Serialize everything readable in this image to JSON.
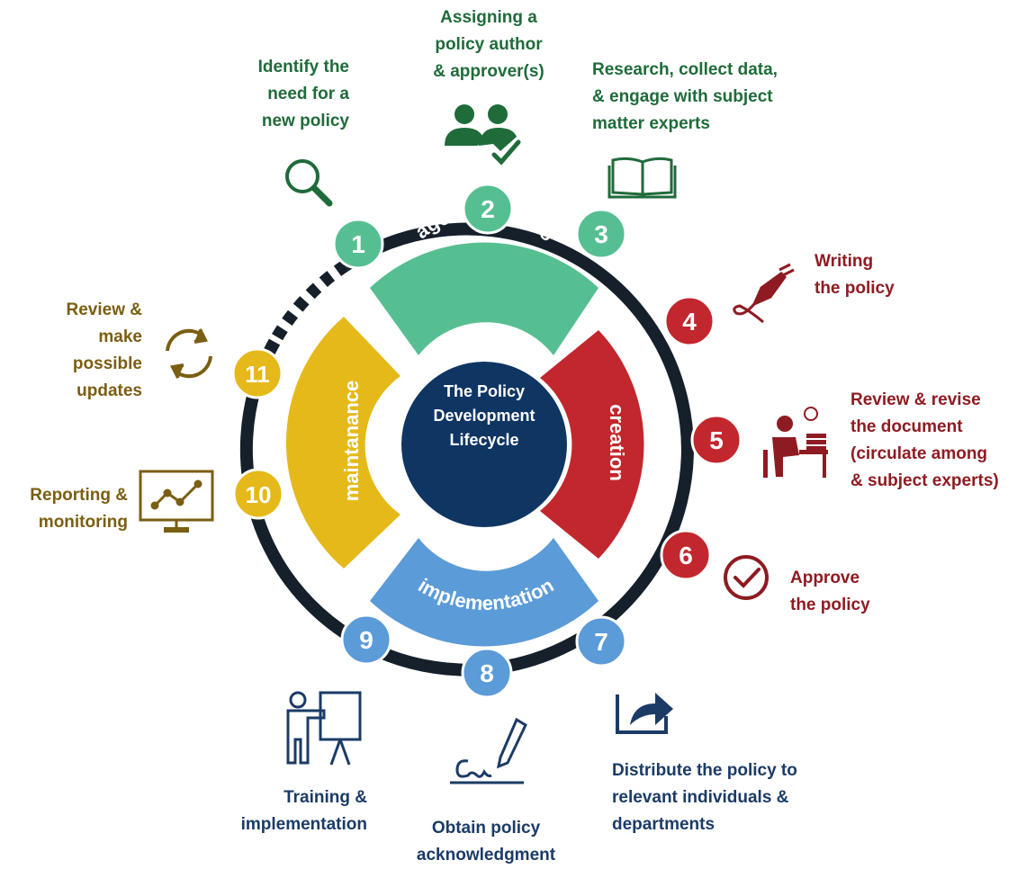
{
  "center_title": "The Policy\nDevelopment\nLifecycle",
  "phases": [
    {
      "id": "agenda",
      "label": "agenda setting"
    },
    {
      "id": "creation",
      "label": "creation"
    },
    {
      "id": "implementation",
      "label": "implementation"
    },
    {
      "id": "maintenance",
      "label": "maintanance"
    }
  ],
  "steps": [
    {
      "number": "1",
      "text": "Identify the\nneed for a\nnew policy",
      "icon": "magnifier-icon"
    },
    {
      "number": "2",
      "text": "Assigning a\npolicy author\n& approver(s)",
      "icon": "people-check-icon"
    },
    {
      "number": "3",
      "text": "Research,  collect data,\n& engage with subject\nmatter experts",
      "icon": "open-book-icon"
    },
    {
      "number": "4",
      "text": "Writing\nthe policy",
      "icon": "fountain-pen-icon"
    },
    {
      "number": "5",
      "text": "Review & revise\nthe document\n(circulate among\n& subject experts)",
      "icon": "person-at-desk-icon"
    },
    {
      "number": "6",
      "text": "Approve\nthe policy",
      "icon": "check-circle-icon"
    },
    {
      "number": "7",
      "text": "Distribute the policy to\nrelevant individuals &\ndepartments",
      "icon": "share-arrow-icon"
    },
    {
      "number": "8",
      "text": "Obtain policy\nacknowledgment",
      "icon": "signature-pen-icon"
    },
    {
      "number": "9",
      "text": "Training &\nimplementation",
      "icon": "presenter-board-icon"
    },
    {
      "number": "10",
      "text": "Reporting &\nmonitoring",
      "icon": "monitor-chart-icon"
    },
    {
      "number": "11",
      "text": "Review &\nmake\npossible\nupdates",
      "icon": "refresh-cycle-icon"
    }
  ],
  "colors": {
    "ring": "#15202b",
    "agenda": "#56bf92",
    "creation": "#c1272d",
    "implementation": "#5b9bd8",
    "maintenance": "#e6b91a",
    "center": "#0f3563",
    "text_green": "#1f6b3a",
    "text_red": "#8e1b22",
    "text_gold": "#7a5e12",
    "text_navy": "#1b3b66"
  }
}
